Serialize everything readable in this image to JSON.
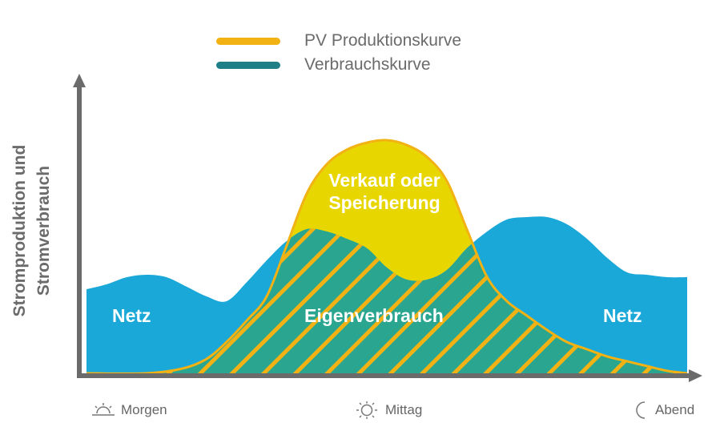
{
  "chart_data": {
    "type": "area",
    "legend": {
      "placement": "top",
      "entries": [
        {
          "label": "PV Produktionskurve",
          "color": "#f2b214"
        },
        {
          "label": "Verbrauchskurve",
          "color": "#1e7f86"
        }
      ]
    },
    "ylabel": "Stromproduktion und Stromverbrauch",
    "ylabel_lines": [
      "Stromproduktion und",
      "Stromverbrauch"
    ],
    "xlabel": "",
    "x_ticks": [
      {
        "label": "Morgen",
        "icon": "sunrise-icon"
      },
      {
        "label": "Mittag",
        "icon": "sun-icon"
      },
      {
        "label": "Abend",
        "icon": "moon-icon"
      }
    ],
    "axis_ticks_shown": false,
    "grid": false,
    "xlim": [
      0,
      1
    ],
    "ylim": [
      0,
      1
    ],
    "series": [
      {
        "name": "PV Produktionskurve",
        "color": "#f2b214",
        "fill": "#e8d600",
        "x": [
          0.0,
          0.1,
          0.16,
          0.2,
          0.233,
          0.267,
          0.3,
          0.333,
          0.367,
          0.4,
          0.433,
          0.467,
          0.5,
          0.533,
          0.567,
          0.6,
          0.633,
          0.667,
          0.7,
          0.733,
          0.767,
          0.8,
          0.833,
          0.867,
          0.9,
          0.933,
          0.967,
          1.0
        ],
        "values": [
          0.0,
          0.0,
          0.02,
          0.06,
          0.13,
          0.22,
          0.32,
          0.53,
          0.75,
          0.87,
          0.93,
          0.96,
          0.97,
          0.95,
          0.9,
          0.8,
          0.6,
          0.4,
          0.3,
          0.24,
          0.18,
          0.13,
          0.1,
          0.07,
          0.05,
          0.03,
          0.01,
          0.0
        ]
      },
      {
        "name": "Verbrauchskurve",
        "color": "#1e7f86",
        "fill": "#1aa8d8",
        "x": [
          0.0,
          0.033,
          0.067,
          0.1,
          0.133,
          0.167,
          0.2,
          0.233,
          0.267,
          0.3,
          0.333,
          0.367,
          0.4,
          0.433,
          0.467,
          0.5,
          0.533,
          0.567,
          0.6,
          0.633,
          0.667,
          0.7,
          0.733,
          0.767,
          0.8,
          0.833,
          0.867,
          0.9,
          0.933,
          0.967,
          1.0
        ],
        "values": [
          0.35,
          0.37,
          0.4,
          0.41,
          0.4,
          0.36,
          0.32,
          0.3,
          0.38,
          0.47,
          0.55,
          0.6,
          0.59,
          0.56,
          0.52,
          0.44,
          0.39,
          0.39,
          0.43,
          0.52,
          0.59,
          0.64,
          0.65,
          0.65,
          0.62,
          0.56,
          0.48,
          0.42,
          0.41,
          0.4,
          0.4
        ]
      }
    ],
    "area_labels": {
      "netz_left": "Netz",
      "netz_right": "Netz",
      "eigenverbrauch": "Eigenverbrauch",
      "verkauf_line1": "Verkauf oder",
      "verkauf_line2": "Speicherung"
    },
    "colors": {
      "axis": "#6b6b6b",
      "grid_area_fill": "#1aa8d8",
      "self_use_fill": "#2aa58f",
      "hatch": "#f2b214",
      "surplus_fill": "#e8d600"
    }
  }
}
